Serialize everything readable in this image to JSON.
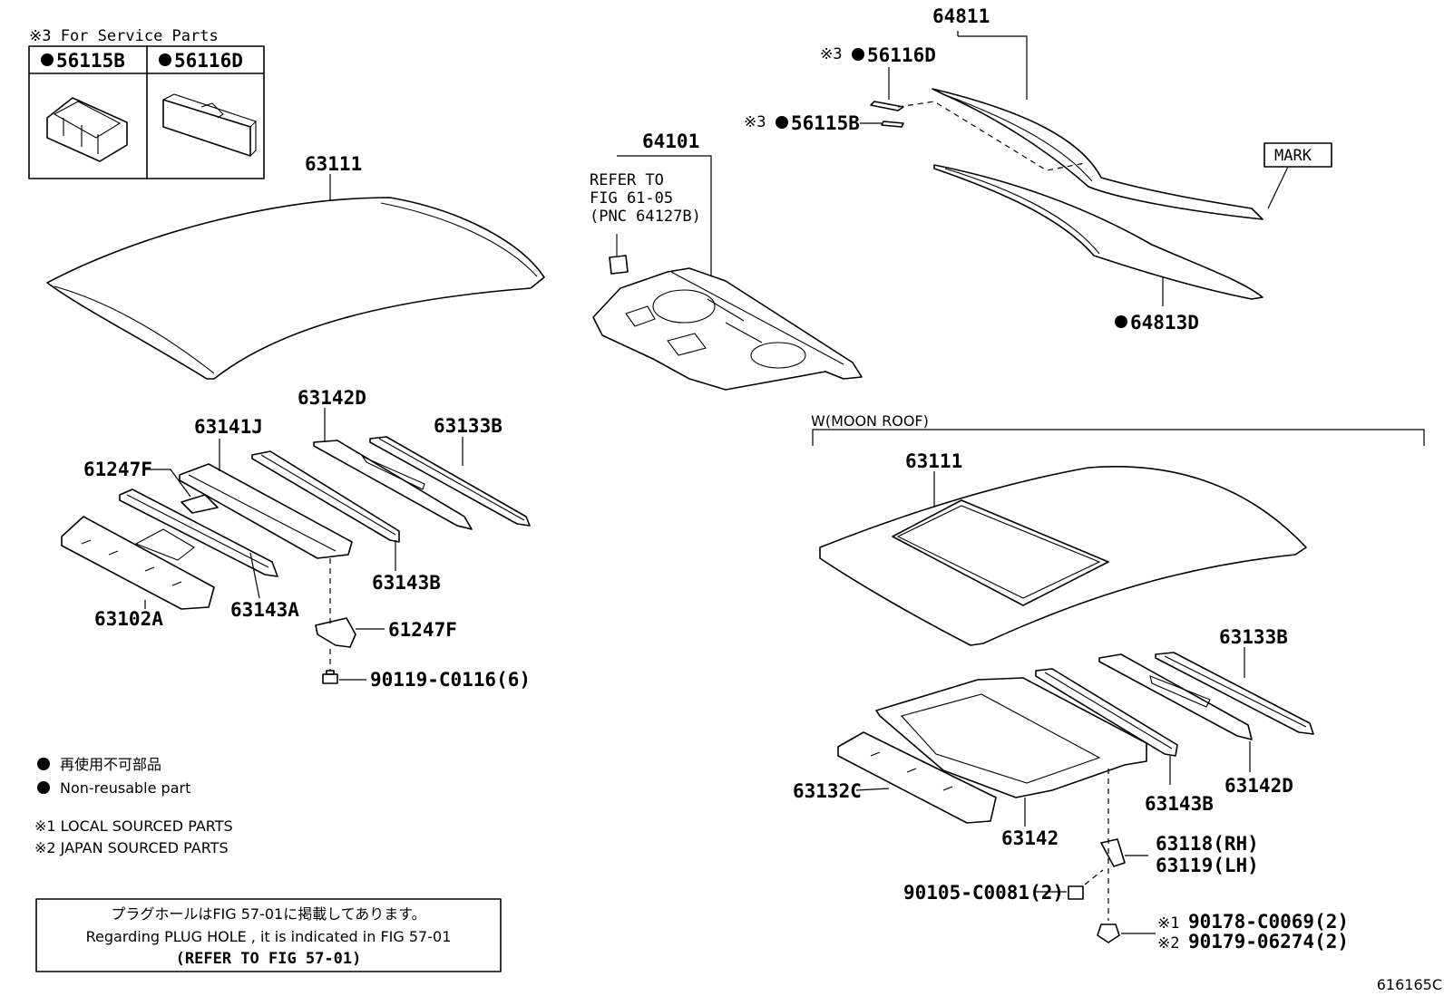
{
  "service_box": {
    "title": "※3 For Service Parts",
    "col1": "56115B",
    "col2": "56116D"
  },
  "labels": {
    "p63111_a": "63111",
    "p64101": "64101",
    "refer_line1": "REFER TO",
    "refer_line2": "FIG 61-05",
    "refer_line3": "(PNC 64127B)",
    "p64811": "64811",
    "p56116D": "56116D",
    "p56115B": "56115B",
    "mark_prefix": "※3",
    "mark": "MARK",
    "p64813D": "64813D",
    "p63142D_a": "63142D",
    "p63141J": "63141J",
    "p63133B_a": "63133B",
    "p61247F_a": "61247F",
    "p63143B_a": "63143B",
    "p63102A": "63102A",
    "p63143A": "63143A",
    "p61247F_b": "61247F",
    "p90119": "90119-C0116(6)",
    "moon_roof": "W(MOON ROOF)",
    "p63111_b": "63111",
    "p63133B_b": "63133B",
    "p63132C": "63132C",
    "p63142": "63142",
    "p63143B_b": "63143B",
    "p63142D_b": "63142D",
    "p63118": "63118(RH)",
    "p63119": "63119(LH)",
    "p90105": "90105-C0081(2)",
    "p90178": "90178-C0069(2)",
    "p90179": "90179-06274(2)",
    "prefix1": "※1",
    "prefix2": "※2",
    "figure_id": "616165C"
  },
  "legend": {
    "jp": "再使用不可部品",
    "en": "Non-reusable part",
    "note1": "※1 LOCAL SOURCED PARTS",
    "note2": "※2 JAPAN SOURCED PARTS"
  },
  "bottom_box": {
    "line1": "プラグホールはFIG 57-01に掲載してあります。",
    "line2": "Regarding PLUG HOLE , it is indicated in FIG 57-01",
    "line3": "(REFER TO FIG 57-01)"
  }
}
